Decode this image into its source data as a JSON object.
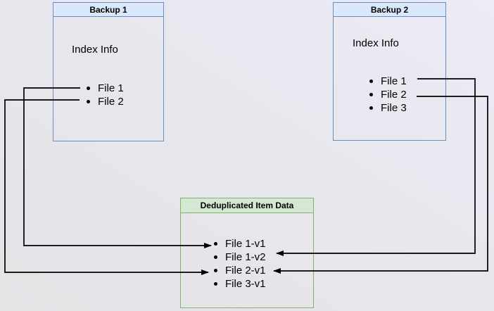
{
  "backup1": {
    "title": "Backup 1",
    "index_label": "Index Info",
    "files": [
      "File 1",
      "File 2"
    ]
  },
  "backup2": {
    "title": "Backup 2",
    "index_label": "Index Info",
    "files": [
      "File 1",
      "File 2",
      "File 3"
    ]
  },
  "dedup": {
    "title": "Deduplicated Item Data",
    "items": [
      "File 1-v1",
      "File 1-v2",
      "File 2-v1",
      "File 3-v1"
    ]
  },
  "connections": [
    {
      "from": "Backup 1 / File 1",
      "to": "File 1-v1"
    },
    {
      "from": "Backup 1 / File 2",
      "to": "File 2-v1"
    },
    {
      "from": "Backup 2 / File 1",
      "to": "File 1-v2"
    },
    {
      "from": "Backup 2 / File 2",
      "to": "File 2-v1"
    }
  ],
  "colors": {
    "blue_header_fill": "#dae8fc",
    "blue_border": "#6c8ebf",
    "green_header_fill": "#d5e8d4",
    "green_border": "#82b366",
    "connector_line": "#000000",
    "background": "#e8e7ef"
  }
}
